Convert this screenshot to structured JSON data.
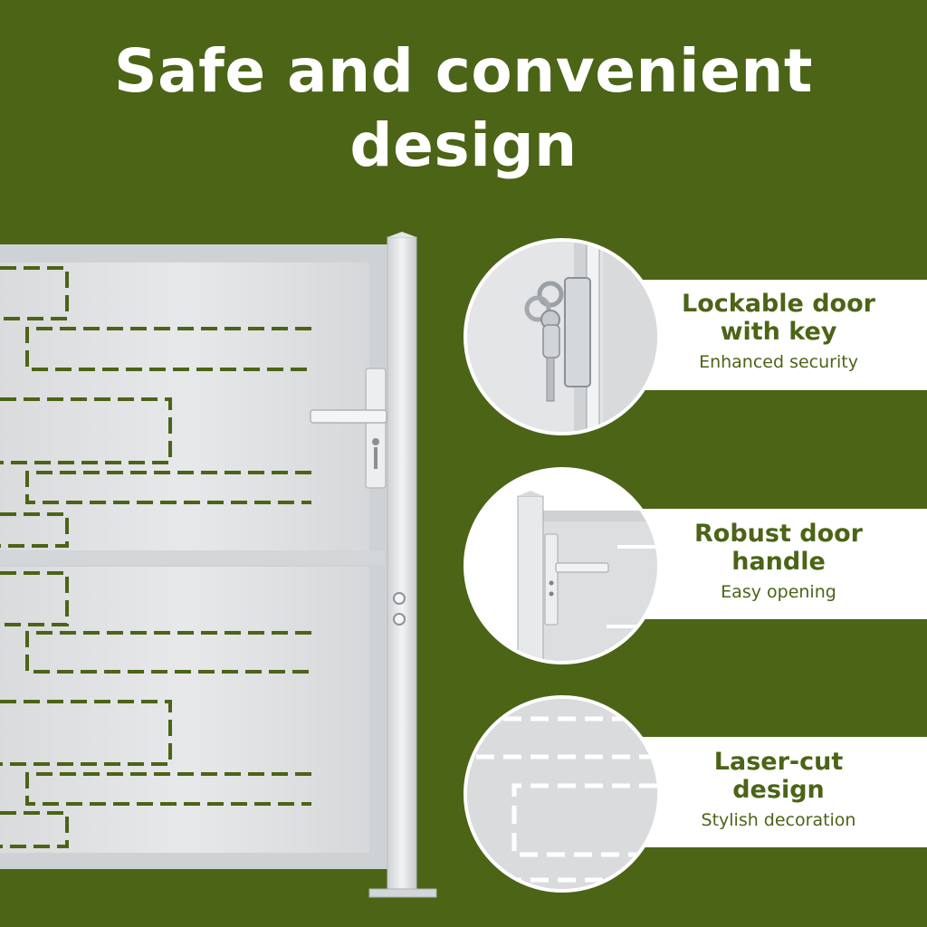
{
  "headline": {
    "line1": "Safe and convenient",
    "line2": "design"
  },
  "colors": {
    "background": "#4b6416",
    "panel_white": "#ffffff",
    "accent_text": "#4b6416",
    "aluminium": "#dfe1e3"
  },
  "features": [
    {
      "title_line1": "Lockable door",
      "title_line2": "with key",
      "subtitle": "Enhanced security",
      "icon": "lock-key-closeup"
    },
    {
      "title_line1": "Robust door",
      "title_line2": "handle",
      "subtitle": "Easy opening",
      "icon": "door-handle-closeup"
    },
    {
      "title_line1": "Laser-cut",
      "title_line2": "design",
      "subtitle": "Stylish decoration",
      "icon": "laser-cut-pattern-closeup"
    }
  ]
}
